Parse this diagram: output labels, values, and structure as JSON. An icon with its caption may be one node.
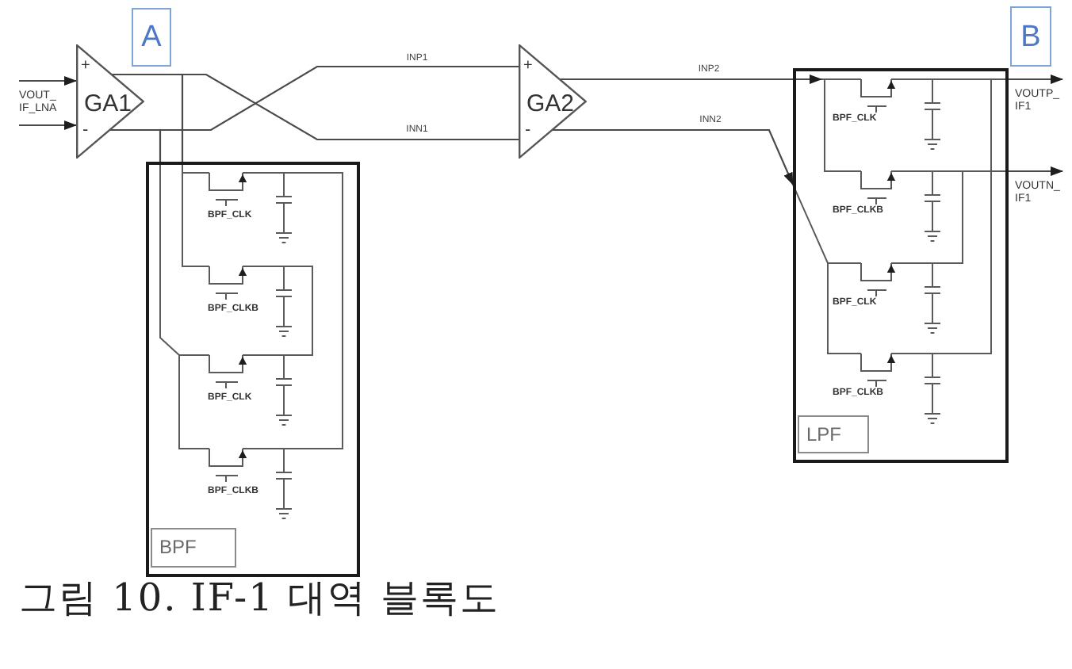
{
  "diagram": {
    "caption": "그림 10. IF-1 대역 블록도",
    "nodes": [
      {
        "text": [
          "VOUT_ IF_LNA"
        ]
      },
      {
        "text": [
          "A"
        ]
      },
      {
        "text": [
          "+",
          "GA1",
          "-"
        ]
      },
      {
        "text": [],
        "shape": "box"
      },
      {
        "text": [
          "BPF"
        ],
        "in": 3
      },
      {
        "text": [
          "+",
          "GA2",
          "-"
        ]
      },
      {
        "text": [
          "B"
        ]
      },
      {
        "text": [],
        "shape": "box"
      },
      {
        "text": [
          "LPF"
        ],
        "in": 7
      },
      {
        "text": [
          "VOUTP_ IF1"
        ]
      },
      {
        "text": [
          "VOUTN_ IF1"
        ]
      }
    ],
    "edges": [
      {
        "from": 0,
        "to": 2,
        "arrow": "to"
      },
      {
        "from": 0,
        "to": 2,
        "arrow": "to"
      },
      {
        "from": 2,
        "to": 5,
        "arrow": "none",
        "label": "INP1"
      },
      {
        "from": 2,
        "to": 5,
        "arrow": "none",
        "label": "INN1"
      },
      {
        "from": 2,
        "to": 3,
        "arrow": "none"
      },
      {
        "from": 2,
        "to": 3,
        "arrow": "none"
      },
      {
        "from": 5,
        "to": 7,
        "arrow": "to",
        "label": "INP2"
      },
      {
        "from": 5,
        "to": 7,
        "arrow": "to",
        "label": "INN2"
      },
      {
        "from": 7,
        "to": 9,
        "arrow": "to"
      },
      {
        "from": 7,
        "to": 10,
        "arrow": "to"
      }
    ],
    "labels": [
      "BPF_CLK",
      "BPF_CLKB",
      "BPF_CLK",
      "BPF_CLKB",
      "BPF_CLK",
      "BPF_CLKB",
      "BPF_CLK",
      "BPF_CLKB"
    ]
  }
}
